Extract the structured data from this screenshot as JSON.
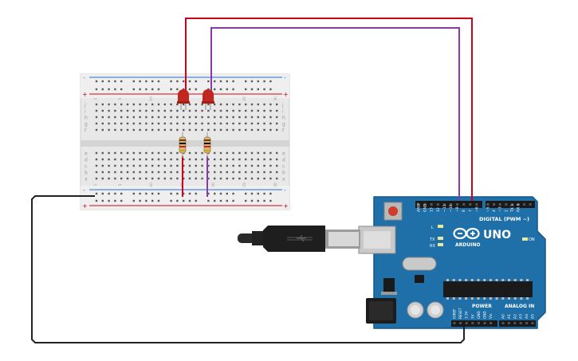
{
  "breadboard": {
    "polarity_plus": "+",
    "polarity_minus": "-",
    "row_letters_top": [
      "j",
      "i",
      "h",
      "g",
      "f"
    ],
    "row_letters_bottom": [
      "e",
      "d",
      "c",
      "b",
      "a"
    ],
    "column_count": 30
  },
  "arduino": {
    "brand": "ARDUINO",
    "model": "UNO",
    "digital_label": "DIGITAL (PWM ~)",
    "power_label": "POWER",
    "analog_label": "ANALOG IN",
    "on_label": "ON",
    "tx_label": "TX",
    "rx_label": "RX",
    "l_label": "L",
    "digital_pins": [
      "AREF",
      "GND",
      "13",
      "12",
      "~11",
      "~10",
      "~9",
      "8",
      "7",
      "~6",
      "~5",
      "4",
      "~3",
      "2",
      "TX 1",
      "RX 0"
    ],
    "power_pins": [
      "IOREF",
      "RESET",
      "3.3V",
      "5V",
      "GND",
      "GND",
      "Vin"
    ],
    "analog_pins": [
      "A0",
      "A1",
      "A2",
      "A3",
      "A4",
      "A5"
    ]
  },
  "colors": {
    "red_wire": "#d0021b",
    "purple_wire": "#8a3aa8",
    "black_wire": "#222222",
    "board_blue": "#1f6fa8",
    "led_red": "#c0281f",
    "breadboard": "#e6e6e6"
  }
}
